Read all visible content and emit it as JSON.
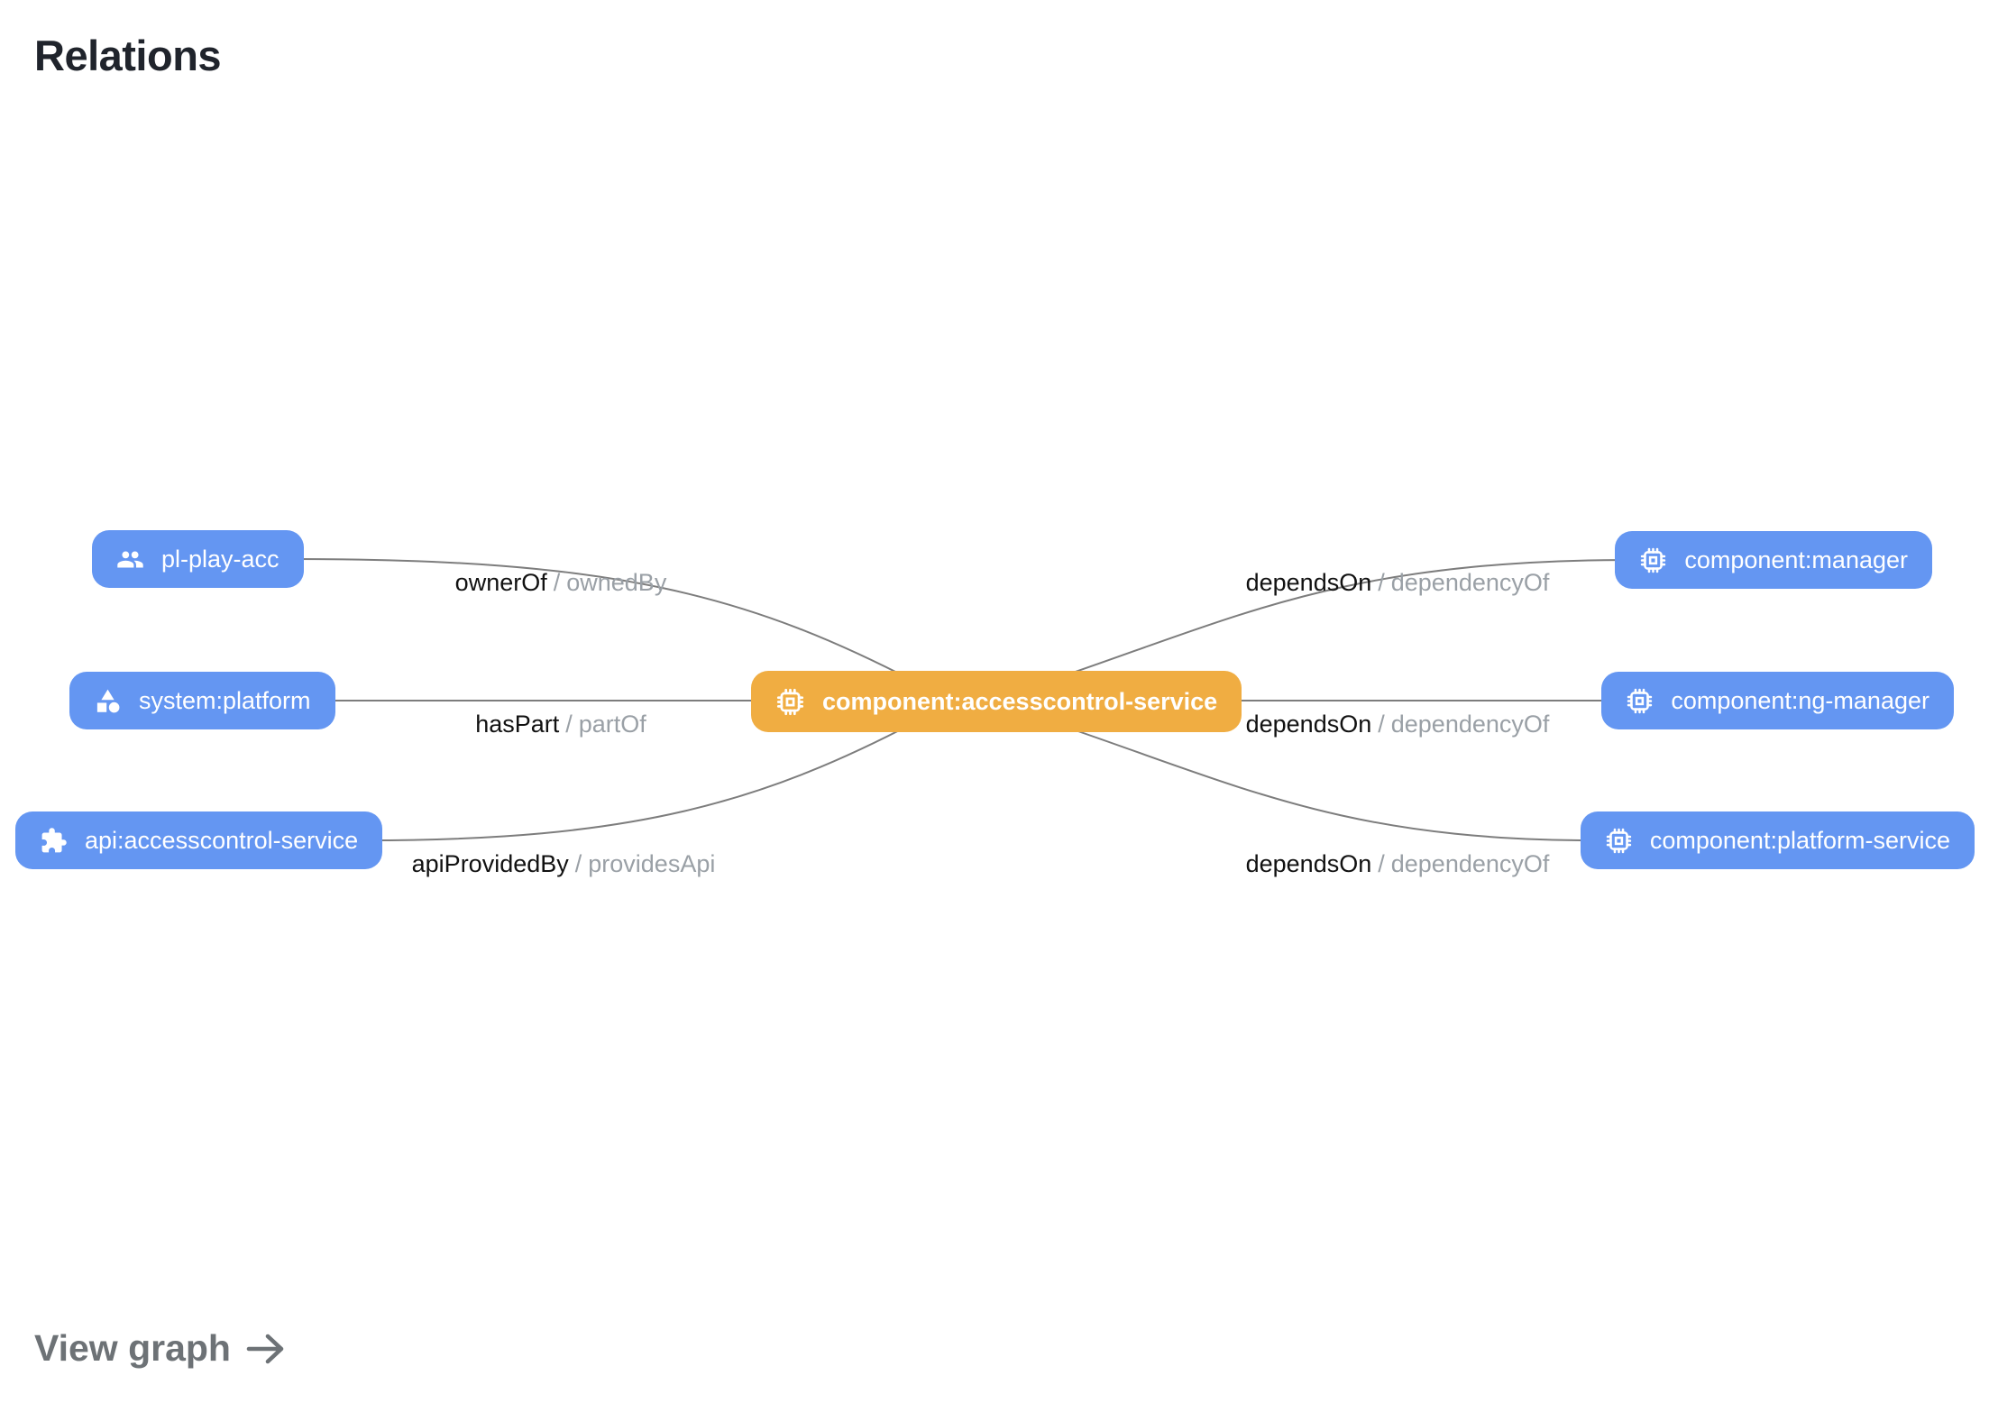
{
  "title": "Relations",
  "colors": {
    "node_blue": "#6496f2",
    "node_orange": "#f0ad42",
    "edge_line": "#7d7d7d",
    "label_primary": "#111111",
    "label_secondary": "#9aa0a6"
  },
  "graph": {
    "center_node": {
      "label": "component:accesscontrol-service",
      "icon": "chip-icon"
    },
    "left_nodes": [
      {
        "label": "pl-play-acc",
        "icon": "group-icon"
      },
      {
        "label": "system:platform",
        "icon": "category-icon"
      },
      {
        "label": "api:accesscontrol-service",
        "icon": "puzzle-icon"
      }
    ],
    "right_nodes": [
      {
        "label": "component:manager",
        "icon": "chip-icon"
      },
      {
        "label": "component:ng-manager",
        "icon": "chip-icon"
      },
      {
        "label": "component:platform-service",
        "icon": "chip-icon"
      }
    ],
    "edges": {
      "separator": "/",
      "left": [
        {
          "label": "ownerOf",
          "inverse": "ownedBy"
        },
        {
          "label": "hasPart",
          "inverse": "partOf"
        },
        {
          "label": "apiProvidedBy",
          "inverse": "providesApi"
        }
      ],
      "right": [
        {
          "label": "dependsOn",
          "inverse": "dependencyOf"
        },
        {
          "label": "dependsOn",
          "inverse": "dependencyOf"
        },
        {
          "label": "dependsOn",
          "inverse": "dependencyOf"
        }
      ]
    }
  },
  "footer": {
    "view_graph_label": "View graph"
  }
}
